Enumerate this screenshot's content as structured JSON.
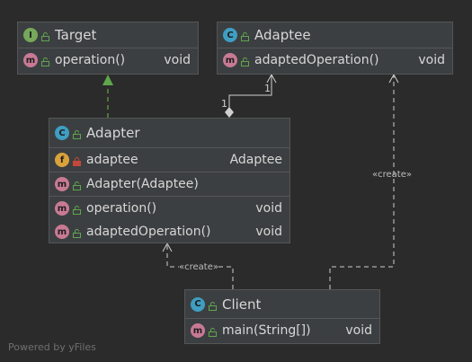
{
  "classes": {
    "target": {
      "badge": "I",
      "name": "Target",
      "methods": [
        {
          "badge": "m",
          "name": "operation()",
          "type": "void"
        }
      ]
    },
    "adaptee": {
      "badge": "C",
      "name": "Adaptee",
      "methods": [
        {
          "badge": "m",
          "name": "adaptedOperation()",
          "type": "void"
        }
      ]
    },
    "adapter": {
      "badge": "C",
      "name": "Adapter",
      "fields": [
        {
          "badge": "f",
          "name": "adaptee",
          "type": "Adaptee"
        }
      ],
      "constructors": [
        {
          "badge": "m",
          "name": "Adapter(Adaptee)"
        }
      ],
      "methods": [
        {
          "badge": "m",
          "name": "operation()",
          "type": "void"
        },
        {
          "badge": "m",
          "name": "adaptedOperation()",
          "type": "void"
        }
      ]
    },
    "client": {
      "badge": "C",
      "name": "Client",
      "methods": [
        {
          "badge": "m",
          "name": "main(String[])",
          "type": "void"
        }
      ]
    }
  },
  "relations": {
    "create_label_1": "«create»",
    "create_label_2": "«create»",
    "multiplicity_adapter": "1",
    "multiplicity_adaptee": "1"
  },
  "colors": {
    "background": "#2b2b2b",
    "interface_badge": "#75a85b",
    "class_badge": "#3f9ec2",
    "method_badge": "#c87a94",
    "field_badge": "#d9a23b",
    "implements_line": "#5fa64d",
    "association_line": "#d0d0d0"
  },
  "footer": "Powered by yFiles"
}
